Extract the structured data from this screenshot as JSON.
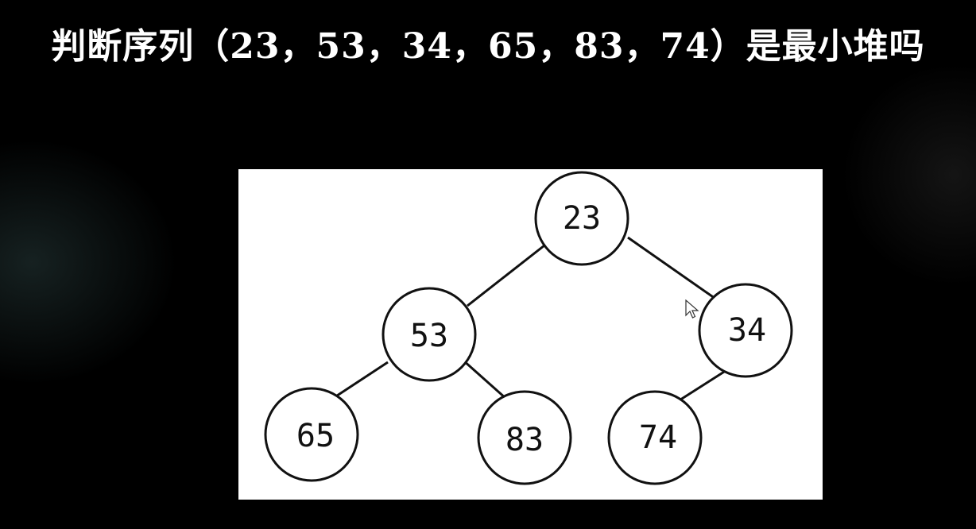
{
  "slide": {
    "title": "判断序列（23，53，34，65，83，74）是最小堆吗"
  },
  "tree": {
    "nodes": [
      {
        "id": "n23",
        "label": "23"
      },
      {
        "id": "n53",
        "label": "53"
      },
      {
        "id": "n34",
        "label": "34"
      },
      {
        "id": "n65",
        "label": "65"
      },
      {
        "id": "n83",
        "label": "83"
      },
      {
        "id": "n74",
        "label": "74"
      }
    ],
    "edges": [
      {
        "from": "n23",
        "to": "n53"
      },
      {
        "from": "n23",
        "to": "n34"
      },
      {
        "from": "n53",
        "to": "n65"
      },
      {
        "from": "n53",
        "to": "n83"
      },
      {
        "from": "n34",
        "to": "n74"
      }
    ]
  },
  "colors": {
    "background": "#000000",
    "title_text": "#ffffff",
    "panel": "#ffffff",
    "stroke": "#111111"
  }
}
